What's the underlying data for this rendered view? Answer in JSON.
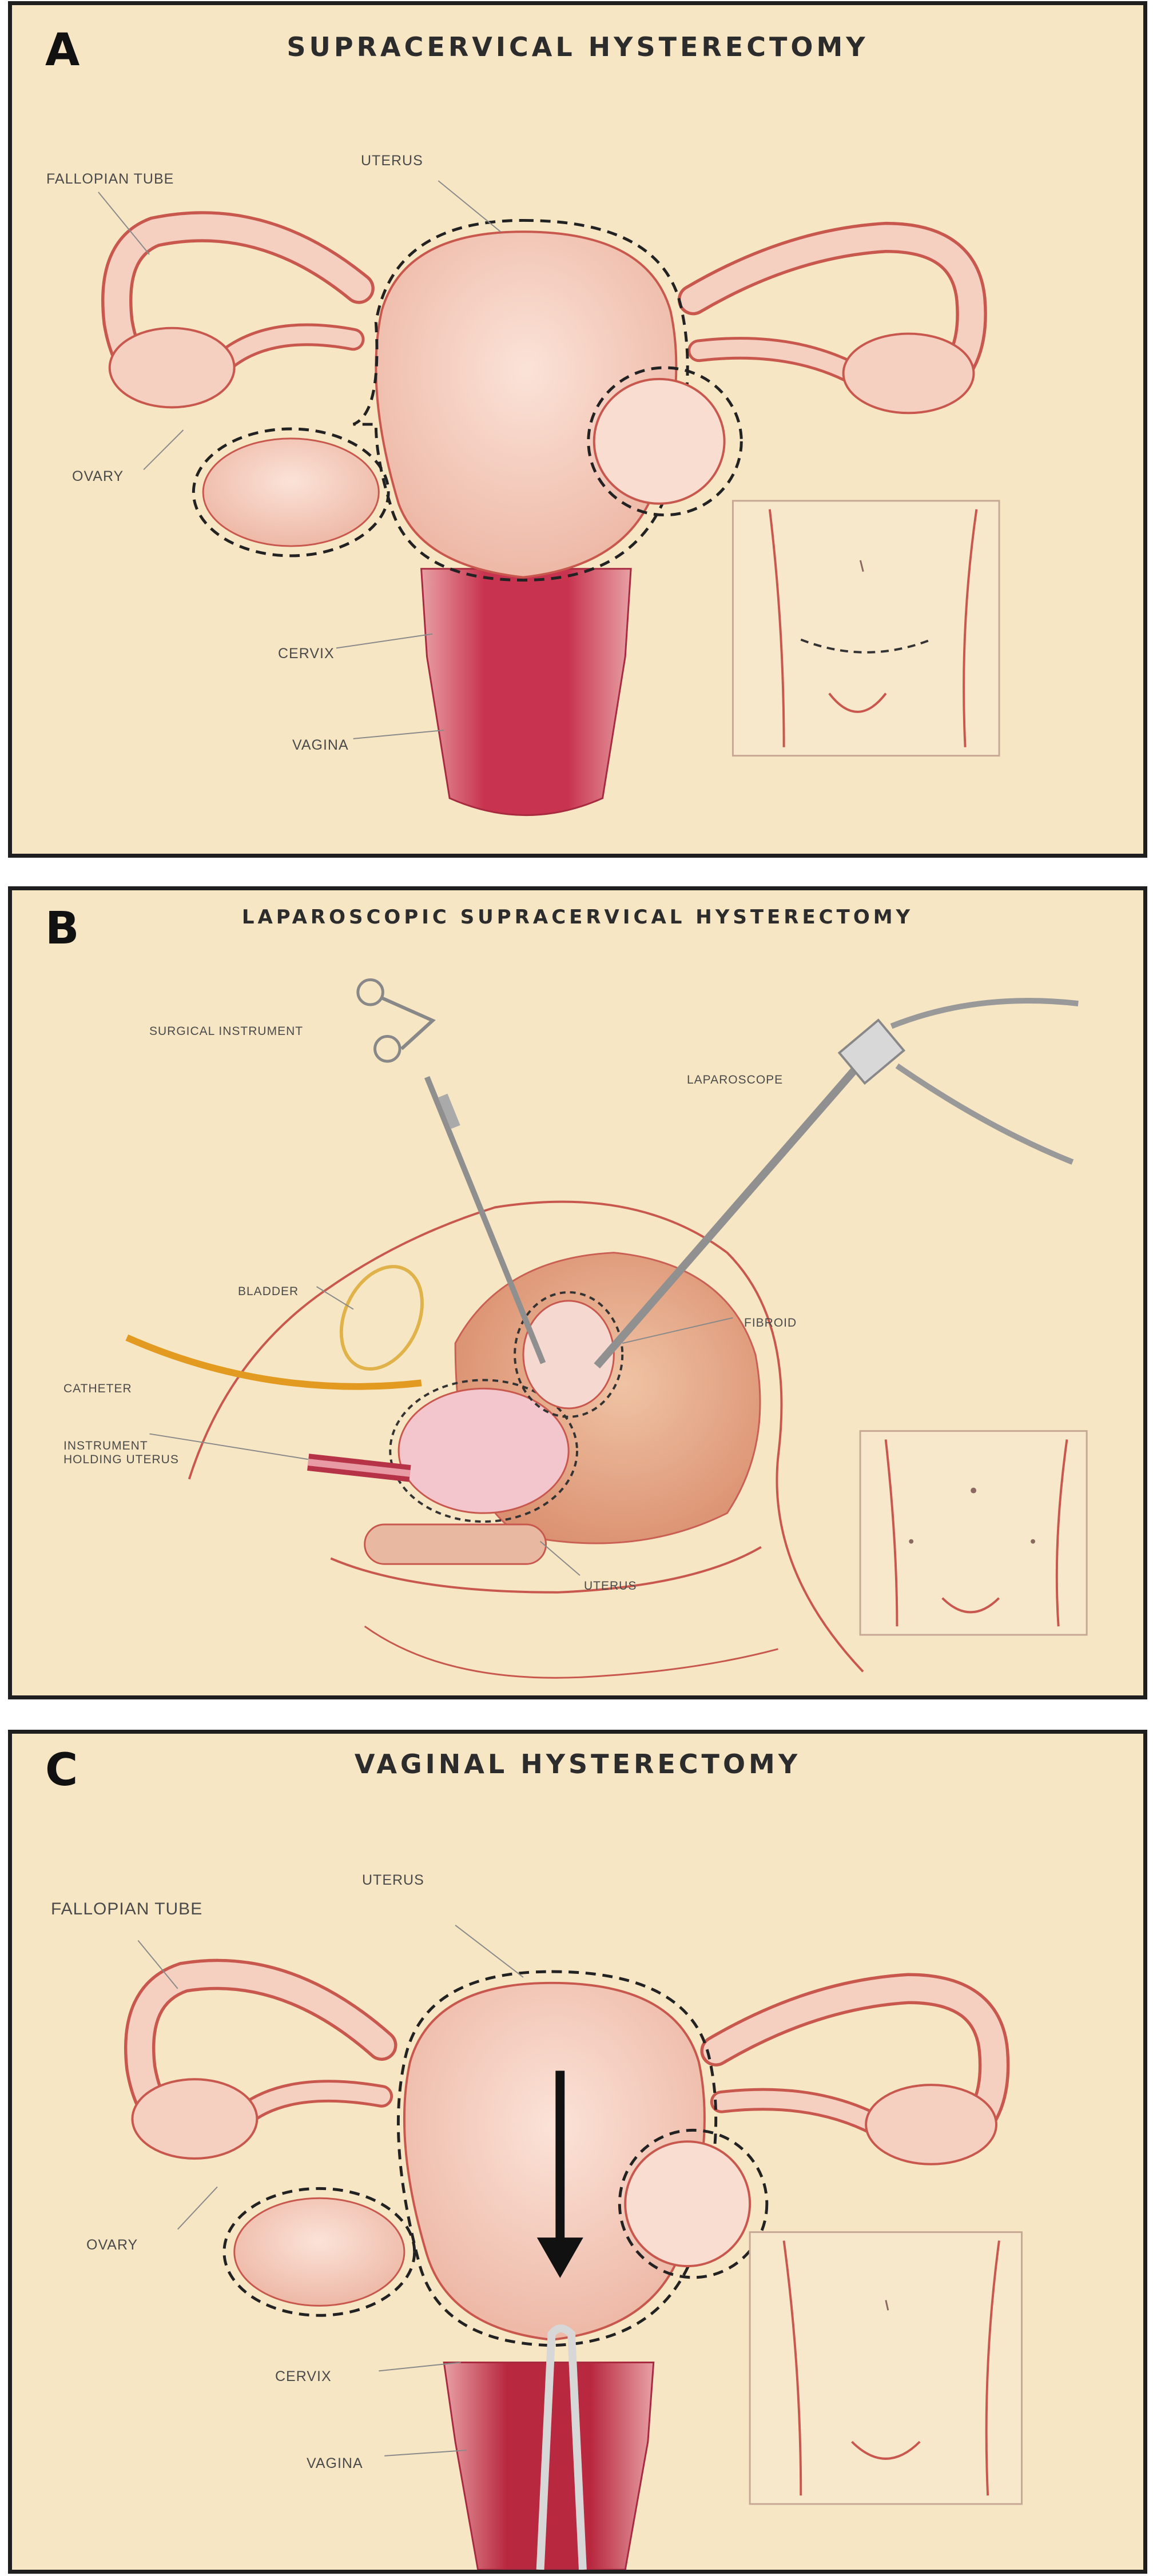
{
  "panels": [
    {
      "letter": "A",
      "title": "SUPRACERVICAL HYSTERECTOMY",
      "labels": {
        "fallopian_tube": "FALLOPIAN TUBE",
        "uterus": "UTERUS",
        "ovary": "OVARY",
        "cervix": "CERVIX",
        "vagina": "VAGINA"
      }
    },
    {
      "letter": "B",
      "title": "LAPAROSCOPIC SUPRACERVICAL HYSTERECTOMY",
      "labels": {
        "surgical_instrument": "SURGICAL INSTRUMENT",
        "laparoscope": "LAPAROSCOPE",
        "bladder": "BLADDER",
        "fibroid": "FIBROID",
        "catheter": "CATHETER",
        "instrument_line1": "INSTRUMENT",
        "instrument_line2": "HOLDING UTERUS",
        "uterus": "UTERUS"
      }
    },
    {
      "letter": "C",
      "title": "VAGINAL HYSTERECTOMY",
      "labels": {
        "fallopian_tube": "FALLOPIAN TUBE",
        "uterus": "UTERUS",
        "ovary": "OVARY",
        "cervix": "CERVIX",
        "vagina": "VAGINA"
      }
    }
  ],
  "colors": {
    "background": "#f6e6c4",
    "tissue": "#f5cfc0",
    "outline": "#c8584e",
    "vagina": "#c8344f",
    "catheter": "#e39a20",
    "border": "#1f1f1f"
  }
}
